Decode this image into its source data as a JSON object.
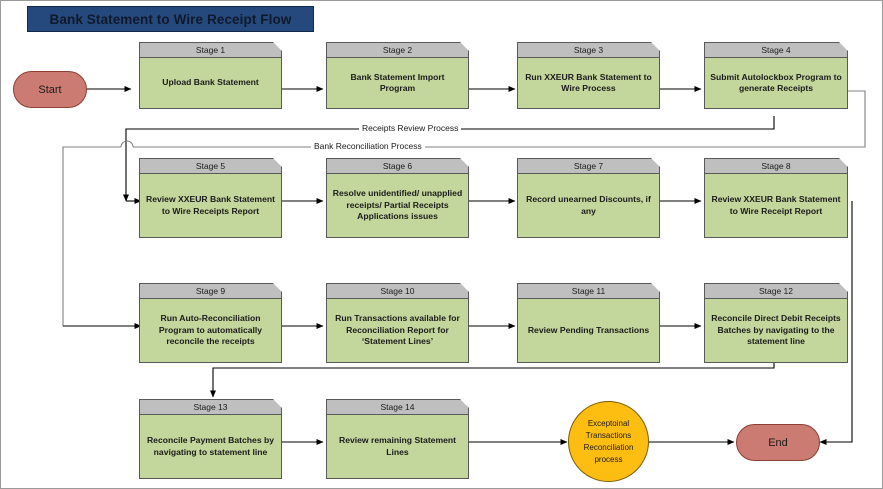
{
  "diagram": {
    "title": "Bank Statement to Wire Receipt Flow",
    "colors": {
      "title_bar": "#25497d",
      "stage_header": "#bfbfbf",
      "stage_body": "#c3d69b",
      "terminator": "#cc7b72",
      "circle": "#fdbd11",
      "connector": "#000000",
      "connector_secondary": "#808080",
      "frame_border": "#9a9a9a"
    },
    "start_node": {
      "label": "Start"
    },
    "end_node": {
      "label": "End"
    },
    "circle_node": {
      "line1": "Exceptoinal",
      "line2": "Transactions",
      "line3": "Reconciliation",
      "line4": "process"
    },
    "stages": [
      {
        "header": "Stage 1",
        "body": "Upload Bank Statement"
      },
      {
        "header": "Stage 2",
        "body": "Bank Statement Import Program"
      },
      {
        "header": "Stage 3",
        "body": "Run XXEUR Bank Statement to Wire Process"
      },
      {
        "header": "Stage 4",
        "body": "Submit Autolockbox Program to generate Receipts"
      },
      {
        "header": "Stage 5",
        "body": "Review XXEUR Bank Statement to Wire Receipts Report"
      },
      {
        "header": "Stage 6",
        "body": "Resolve unidentified/ unapplied receipts/ Partial Receipts Applications issues"
      },
      {
        "header": "Stage 7",
        "body": "Record unearned Discounts, if any"
      },
      {
        "header": "Stage 8",
        "body": "Review XXEUR Bank Statement to Wire Receipt Report"
      },
      {
        "header": "Stage 9",
        "body": "Run Auto-Reconciliation Program to automatically reconcile the receipts"
      },
      {
        "header": "Stage 10",
        "body": "Run Transactions available for Reconciliation Report for ‘Statement Lines’"
      },
      {
        "header": "Stage 11",
        "body": "Review Pending Transactions"
      },
      {
        "header": "Stage 12",
        "body": "Reconcile Direct Debit Receipts Batches by navigating to the statement line"
      },
      {
        "header": "Stage 13",
        "body": "Reconcile Payment Batches by navigating to statement line"
      },
      {
        "header": "Stage 14",
        "body": "Review remaining Statement Lines"
      }
    ],
    "edge_labels": [
      {
        "text": "Receipts Review Process"
      },
      {
        "text": "Bank Reconciliation Process"
      }
    ]
  }
}
